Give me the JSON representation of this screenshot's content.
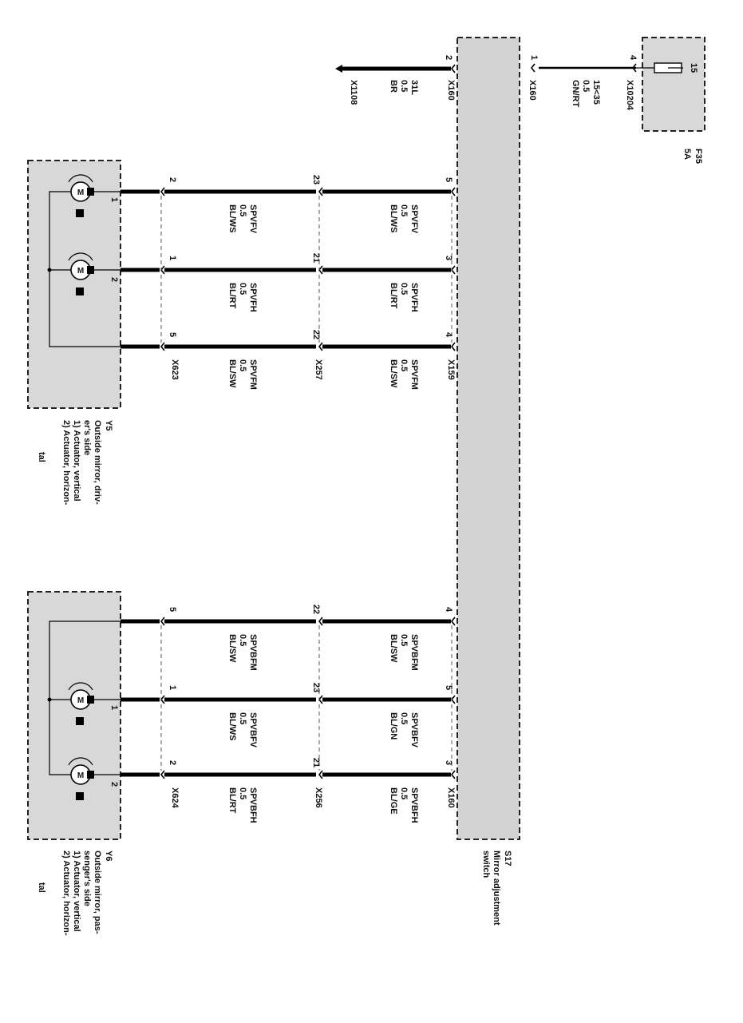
{
  "fuse": {
    "id": "F35",
    "rating": "5A",
    "pin_out": "15",
    "pin_in": "4",
    "connector": "X10204",
    "circuit": "15<35",
    "gauge": "0.5",
    "color": "GN/RT"
  },
  "switch": {
    "id": "S17",
    "description_lines": [
      "Mirror adjustment",
      "switch"
    ]
  },
  "power_wire": {
    "pin": "1",
    "connector": "X160"
  },
  "ground_wire": {
    "pin": "2",
    "connector": "X160",
    "circuit": "31L",
    "gauge": "0.5",
    "color": "BR",
    "destination": "X1108"
  },
  "driver_side": {
    "component_id": "Y5",
    "description_lines": [
      "Outside mirror, driv-",
      "er's side",
      "1) Actuator, vertical",
      "2) Actuator, horizon-",
      "tal"
    ],
    "actuator_labels": [
      "1",
      "2"
    ],
    "wires": [
      {
        "switch_pin": "5",
        "mid_pin": "23",
        "end_pin": "2",
        "seg1": {
          "circuit": "SPVFV",
          "gauge": "0.5",
          "color": "BL/WS"
        },
        "seg2": {
          "circuit": "SPVFV",
          "gauge": "0.5",
          "color": "BL/WS"
        }
      },
      {
        "switch_pin": "3",
        "mid_pin": "21",
        "end_pin": "1",
        "seg1": {
          "circuit": "SPVFH",
          "gauge": "0.5",
          "color": "BL/RT"
        },
        "seg2": {
          "circuit": "SPVFH",
          "gauge": "0.5",
          "color": "BL/RT"
        }
      },
      {
        "switch_pin": "4",
        "mid_pin": "22",
        "end_pin": "5",
        "seg1": {
          "circuit": "SPVFM",
          "gauge": "0.5",
          "color": "BL/SW"
        },
        "seg2": {
          "circuit": "SPVFM",
          "gauge": "0.5",
          "color": "BL/SW"
        }
      }
    ],
    "connectors": {
      "switch": "X159",
      "mid": "X257",
      "end": "X623"
    }
  },
  "passenger_side": {
    "component_id": "Y6",
    "description_lines": [
      "Outside mirror, pas-",
      "senger's side",
      "1) Actuator, vertical",
      "2) Actuator, horizon-",
      "tal"
    ],
    "actuator_labels": [
      "1",
      "2"
    ],
    "wires": [
      {
        "switch_pin": "4",
        "mid_pin": "22",
        "end_pin": "5",
        "seg1": {
          "circuit": "SPVBFM",
          "gauge": "0.5",
          "color": "BL/SW"
        },
        "seg2": {
          "circuit": "SPVBFM",
          "gauge": "0.5",
          "color": "BL/SW"
        }
      },
      {
        "switch_pin": "5",
        "mid_pin": "23",
        "end_pin": "1",
        "seg1": {
          "circuit": "SPVBFV",
          "gauge": "0.5",
          "color": "BL/GN"
        },
        "seg2": {
          "circuit": "SPVBFV",
          "gauge": "0.5",
          "color": "BL/WS"
        }
      },
      {
        "switch_pin": "3",
        "mid_pin": "21",
        "end_pin": "2",
        "seg1": {
          "circuit": "SPVBFH",
          "gauge": "0.5",
          "color": "BL/GE"
        },
        "seg2": {
          "circuit": "SPVBFH",
          "gauge": "0.5",
          "color": "BL/RT"
        }
      }
    ],
    "connectors": {
      "switch": "X160",
      "mid": "X256",
      "end": "X624"
    }
  }
}
